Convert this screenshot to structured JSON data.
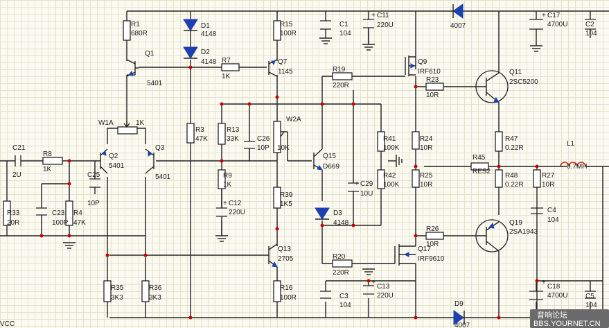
{
  "labels": {
    "R1": "R1",
    "R1v": "680R",
    "Q1": "Q1",
    "Q1v": "5401",
    "D1": "D1",
    "D1v": "4148",
    "D2": "D2",
    "D2v": "4148",
    "R7": "R7",
    "R7v": "1K",
    "Q7": "Q7",
    "Q7v": "1145",
    "R15": "R15",
    "R15v": "100R",
    "C1": "C1",
    "C1v": "104",
    "C11": "C11",
    "C11v": "220U",
    "C11p": "+",
    "D_top": "4007",
    "C17": "C17",
    "C17v": "4700U",
    "C17p": "+",
    "C2": "C2",
    "C2v": "104",
    "Q9": "Q9",
    "Q9v": "IRF610",
    "R19": "R19",
    "R19v": "220R",
    "R23": "R23",
    "R23v": "10R",
    "Q11": "Q11",
    "Q11v": "2SC5200",
    "W1A": "W1A",
    "W1Av": "1K",
    "R3": "R3",
    "R3v": "47K",
    "R13": "R13",
    "R13v": "33K",
    "C26": "C26",
    "C26v": "10P",
    "W2A": "W2A",
    "W2Av": "10K",
    "R41": "R41",
    "R41v": "100K",
    "R24": "R24",
    "R24v": "10R",
    "R47": "R47",
    "R47v": "0.22R",
    "L1": "L1",
    "L1v": "0.7MH",
    "C21": "C21",
    "C21v": "2U",
    "R8": "R8",
    "R8v": "1K",
    "Q2": "Q2",
    "Q2v": "5401",
    "Q3": "Q3",
    "Q3v": "5401",
    "C25": "C25",
    "C25v": "10P",
    "Q15": "Q15",
    "Q15v": "D669",
    "R45": "R45",
    "R45v": "RES2",
    "R9": "R9",
    "R9v": "1K",
    "C29": "C29",
    "C29v": "10U",
    "C29p": "+",
    "R42": "R42",
    "R42v": "100K",
    "R25": "R25",
    "R25v": "10R",
    "R48": "R48",
    "R48v": "0.22R",
    "R27": "R27",
    "R27v": "10R",
    "R33": "R33",
    "R33v": "20R",
    "C23": "C23",
    "C23v": "100P",
    "R4": "R4",
    "R4v": "47K",
    "C12": "C12",
    "C12v": "220U",
    "C12p": "+",
    "R39": "R39",
    "R39v": "1K5",
    "D3": "D3",
    "D3v": "4148",
    "C4": "C4",
    "C4v": "104",
    "Q19": "Q19",
    "Q19v": "2SA1943",
    "R26": "R26",
    "R26v": "10R",
    "Q13": "Q13",
    "Q13v": "2705",
    "Q17": "Q17",
    "Q17v": "IRF9610",
    "R20": "R20",
    "R20v": "220R",
    "R35": "R35",
    "R35v": "3K3",
    "R36": "R36",
    "R36v": "3K3",
    "R16": "R16",
    "R16v": "100R",
    "C13": "C13",
    "C13v": "220U",
    "C13p": "+",
    "C3": "C3",
    "C3v": "104",
    "C18": "C18",
    "C18v": "4700U",
    "C18p": "+",
    "C5": "C5",
    "C5v": "104",
    "D9": "D9",
    "D_bot": "4007",
    "VCC": "VCC"
  },
  "watermark": {
    "line1": "音响论坛",
    "line2": "BBS.YOURNET.CN"
  },
  "colors": {
    "grid": "#e6e2c8",
    "wire": "#222222",
    "diode": "#1d3fb0",
    "junction": "#cc0000",
    "inductor": "#d12a10"
  }
}
